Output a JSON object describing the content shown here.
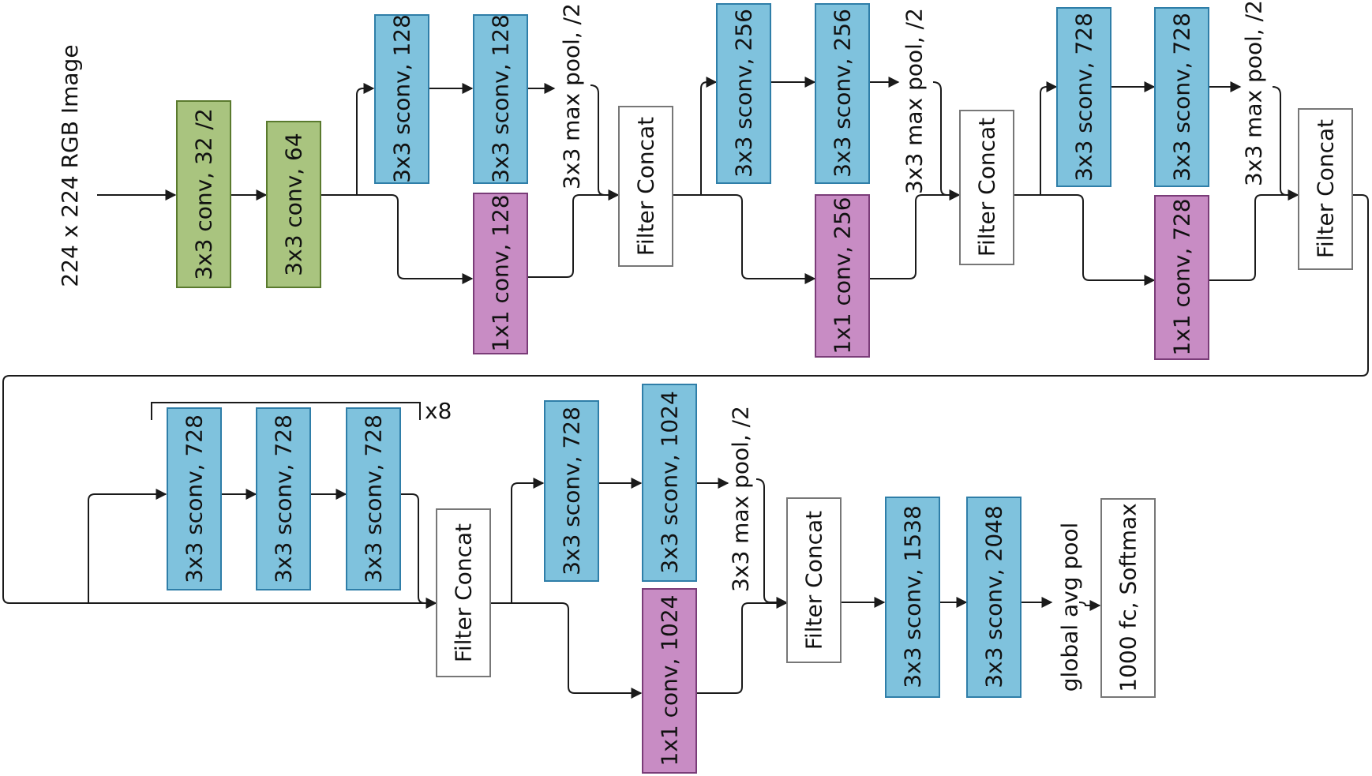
{
  "colors": {
    "green_fill": "#a9c47f",
    "green_stroke": "#5a7a2e",
    "blue_fill": "#7fc2dd",
    "blue_stroke": "#2f7ea8",
    "purple_fill": "#c88cc4",
    "purple_stroke": "#7a3c78",
    "white_fill": "#ffffff",
    "white_stroke": "#777777",
    "line": "#1a1a1a"
  },
  "input_label": "224 x 224 RGB Image",
  "entry_flow": {
    "stem": [
      {
        "label": "3x3 conv, 32 /2",
        "kind": "conv"
      },
      {
        "label": "3x3 conv, 64",
        "kind": "conv"
      }
    ],
    "blocks": [
      {
        "sconv_a": "3x3 sconv, 128",
        "sconv_b": "3x3 sconv, 128",
        "pool": "3x3 max pool, /2",
        "residual": "1x1 conv, 128",
        "concat": "Filter Concat"
      },
      {
        "sconv_a": "3x3 sconv, 256",
        "sconv_b": "3x3 sconv, 256",
        "pool": "3x3 max pool, /2",
        "residual": "1x1 conv, 256",
        "concat": "Filter Concat"
      },
      {
        "sconv_a": "3x3 sconv, 728",
        "sconv_b": "3x3 sconv, 728",
        "pool": "3x3 max pool, /2",
        "residual": "1x1 conv, 728",
        "concat": "Filter Concat"
      }
    ]
  },
  "middle_flow": {
    "sconvs": [
      "3x3 sconv, 728",
      "3x3 sconv, 728",
      "3x3 sconv, 728"
    ],
    "repeat": "x8",
    "concat": "Filter Concat"
  },
  "exit_flow": {
    "sconv_a": "3x3 sconv, 728",
    "sconv_b": "3x3 sconv, 1024",
    "pool": "3x3 max pool, /2",
    "residual": "1x1 conv, 1024",
    "concat": "Filter Concat",
    "sconv_c": "3x3 sconv, 1538",
    "sconv_d": "3x3 sconv, 2048",
    "gap": "global avg pool",
    "fc": "1000 fc, Softmax"
  }
}
